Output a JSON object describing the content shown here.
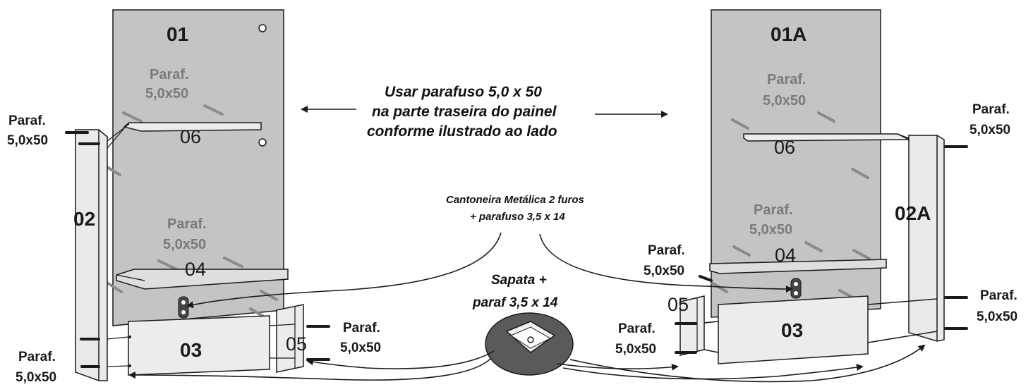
{
  "panels": {
    "p01": "01",
    "p01a": "01A",
    "p02": "02",
    "p02a": "02A",
    "p03_left": "03",
    "p03_right": "03",
    "p04_left": "04",
    "p04_right": "04",
    "p05_left": "05",
    "p05_right": "05",
    "p06_left": "06",
    "p06_right": "06"
  },
  "screw_labels": {
    "line1": "Paraf.",
    "line2": "5,0x50"
  },
  "center_note": {
    "line1": "Usar parafuso 5,0 x 50",
    "line2": "na parte traseira do painel",
    "line3": "conforme ilustrado ao lado"
  },
  "bracket_note": {
    "line1": "Cantoneira Metálica 2 furos",
    "line2": "+ parafuso 3,5 x 14"
  },
  "foot_note": {
    "line1": "Sapata +",
    "line2": "paraf 3,5 x 14"
  },
  "colors": {
    "panel_grey": "#c4c4c4",
    "panel_light": "#e9e9e9",
    "line": "#1a1a1a",
    "foot_disc": "#5a5a5a"
  }
}
